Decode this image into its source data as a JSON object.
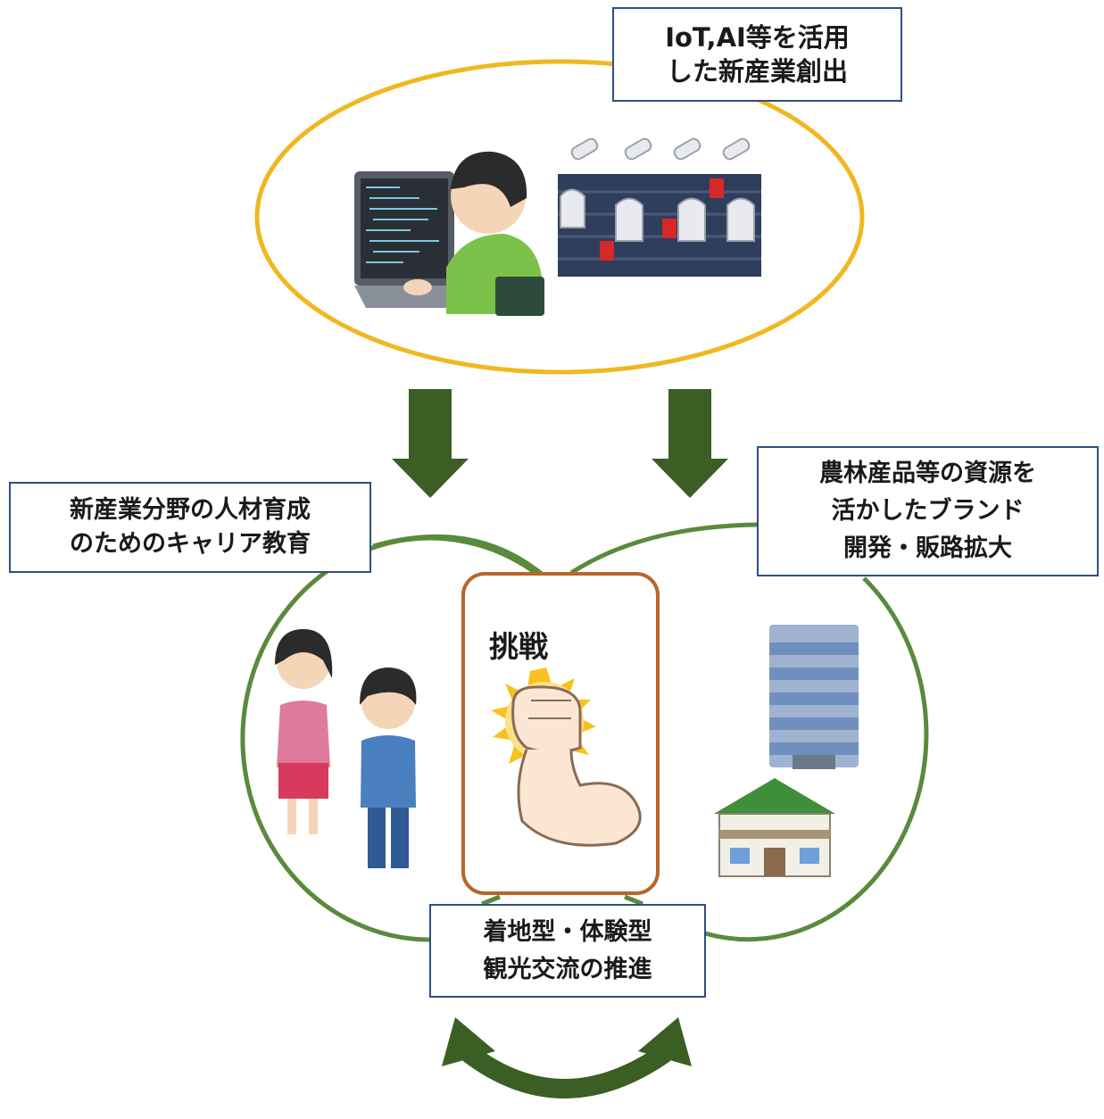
{
  "boxes": {
    "top": {
      "line1": "IoT,AI等を活用",
      "line2": "した新産業創出"
    },
    "left": {
      "line1": "新産業分野の人材育成",
      "line2": "のためのキャリア教育"
    },
    "right": {
      "line1": "農林産品等の資源を",
      "line2": "活かしたブランド",
      "line3": "開発・販路拡大"
    },
    "bottom": {
      "line1": "着地型・体験型",
      "line2": "観光交流の推進"
    }
  },
  "center": {
    "label": "挑戦"
  },
  "icons": {
    "programmer": "programmer-at-laptop-icon",
    "robots": "factory-robot-arms-icon",
    "family": "woman-and-boy-icon",
    "fist": "flexed-arm-fist-icon",
    "buildings": "office-building-and-house-icon"
  },
  "colors": {
    "top_ellipse": "#f0b820",
    "green_circles": "#5a8a3c",
    "arrows": "#3b5e24",
    "center_box": "#b8662a",
    "box_border": "#2f4f7f"
  }
}
